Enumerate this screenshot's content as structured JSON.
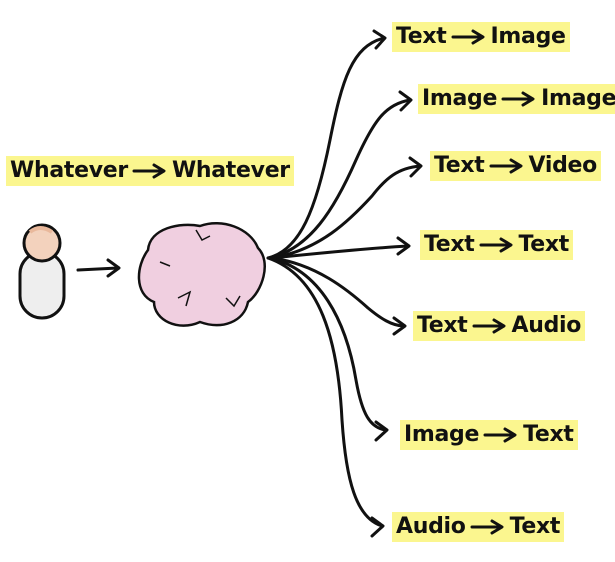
{
  "top_label": {
    "from": "Whatever",
    "to": "Whatever"
  },
  "tasks": [
    {
      "from": "Text",
      "to": "Image"
    },
    {
      "from": "Image",
      "to": "Image"
    },
    {
      "from": "Text",
      "to": "Video"
    },
    {
      "from": "Text",
      "to": "Text"
    },
    {
      "from": "Text",
      "to": "Audio"
    },
    {
      "from": "Image",
      "to": "Text"
    },
    {
      "from": "Audio",
      "to": "Text"
    }
  ],
  "colors": {
    "highlight": "#fbf68f",
    "brain": "#f0cfe0",
    "stroke": "#111111"
  },
  "icons": {
    "person": "person-icon",
    "brain": "brain-icon"
  }
}
